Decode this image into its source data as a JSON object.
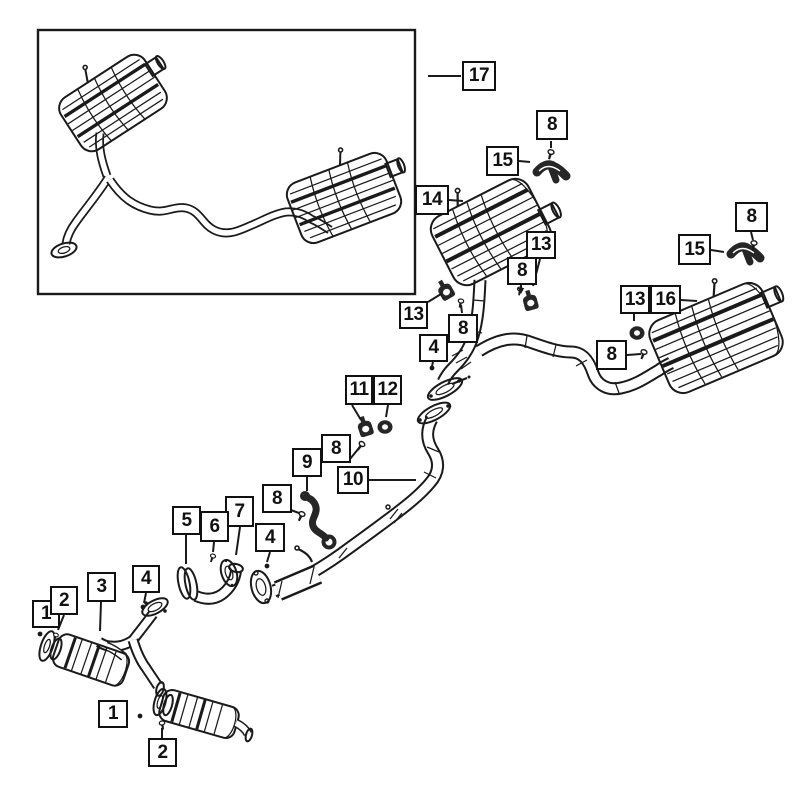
{
  "diagram": {
    "kind": "exhaust-system-parts-diagram",
    "background": "#ffffff",
    "line_color": "#1a1a1a",
    "callout_border_color": "#111111"
  },
  "callouts": [
    {
      "label": "17"
    },
    {
      "label": "8"
    },
    {
      "label": "15"
    },
    {
      "label": "14"
    },
    {
      "label": "13"
    },
    {
      "label": "8"
    },
    {
      "label": "8"
    },
    {
      "label": "15"
    },
    {
      "label": "13"
    },
    {
      "label": "16"
    },
    {
      "label": "13"
    },
    {
      "label": "8"
    },
    {
      "label": "4"
    },
    {
      "label": "8"
    },
    {
      "label": "11"
    },
    {
      "label": "12"
    },
    {
      "label": "8"
    },
    {
      "label": "9"
    },
    {
      "label": "10"
    },
    {
      "label": "8"
    },
    {
      "label": "7"
    },
    {
      "label": "5"
    },
    {
      "label": "6"
    },
    {
      "label": "4"
    },
    {
      "label": "1"
    },
    {
      "label": "2"
    },
    {
      "label": "3"
    },
    {
      "label": "4"
    },
    {
      "label": "1"
    },
    {
      "label": "2"
    }
  ]
}
